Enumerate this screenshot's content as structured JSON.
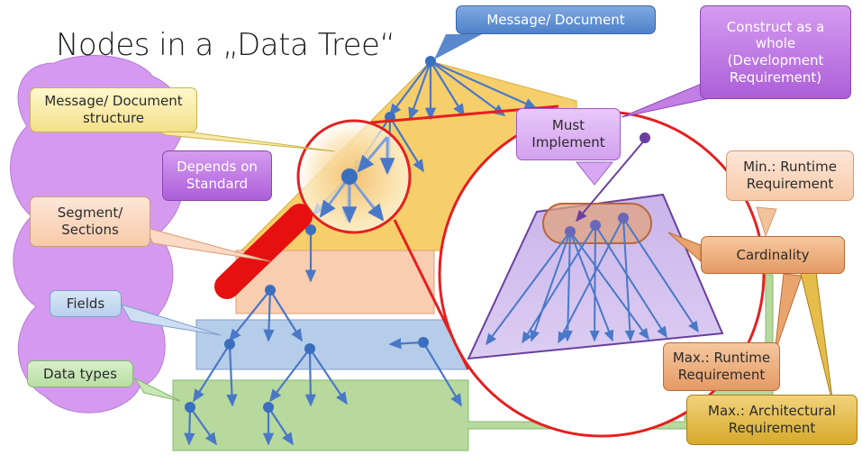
{
  "title": "Nodes in a „Data Tree“",
  "labels": {
    "message_document": "Message/ Document",
    "construct_whole": "Construct as a\nwhole\n(Development\nRequirement)",
    "message_structure": "Message/ Document\nstructure",
    "must_implement": "Must\nImplement",
    "depends_on_standard": "Depends on\nStandard",
    "min_runtime": "Min.: Runtime\nRequirement",
    "segment_sections": "Segment/\nSections",
    "cardinality": "Cardinality",
    "fields": "Fields",
    "max_runtime": "Max.: Runtime\nRequirement",
    "data_types": "Data types",
    "max_architectural": "Max.: Architectural\nRequirement"
  },
  "colors": {
    "yellow_layer": "#f6cf6a",
    "peach_layer": "#f8cdb0",
    "blue_layer": "#b6cde9",
    "green_layer": "#b7d99d",
    "purple_cloud": "#d59af0",
    "magnifier_ring": "#e42020",
    "handle": "#e61010",
    "node": "#3a6fbf",
    "purple_node": "#6a3fa0"
  }
}
